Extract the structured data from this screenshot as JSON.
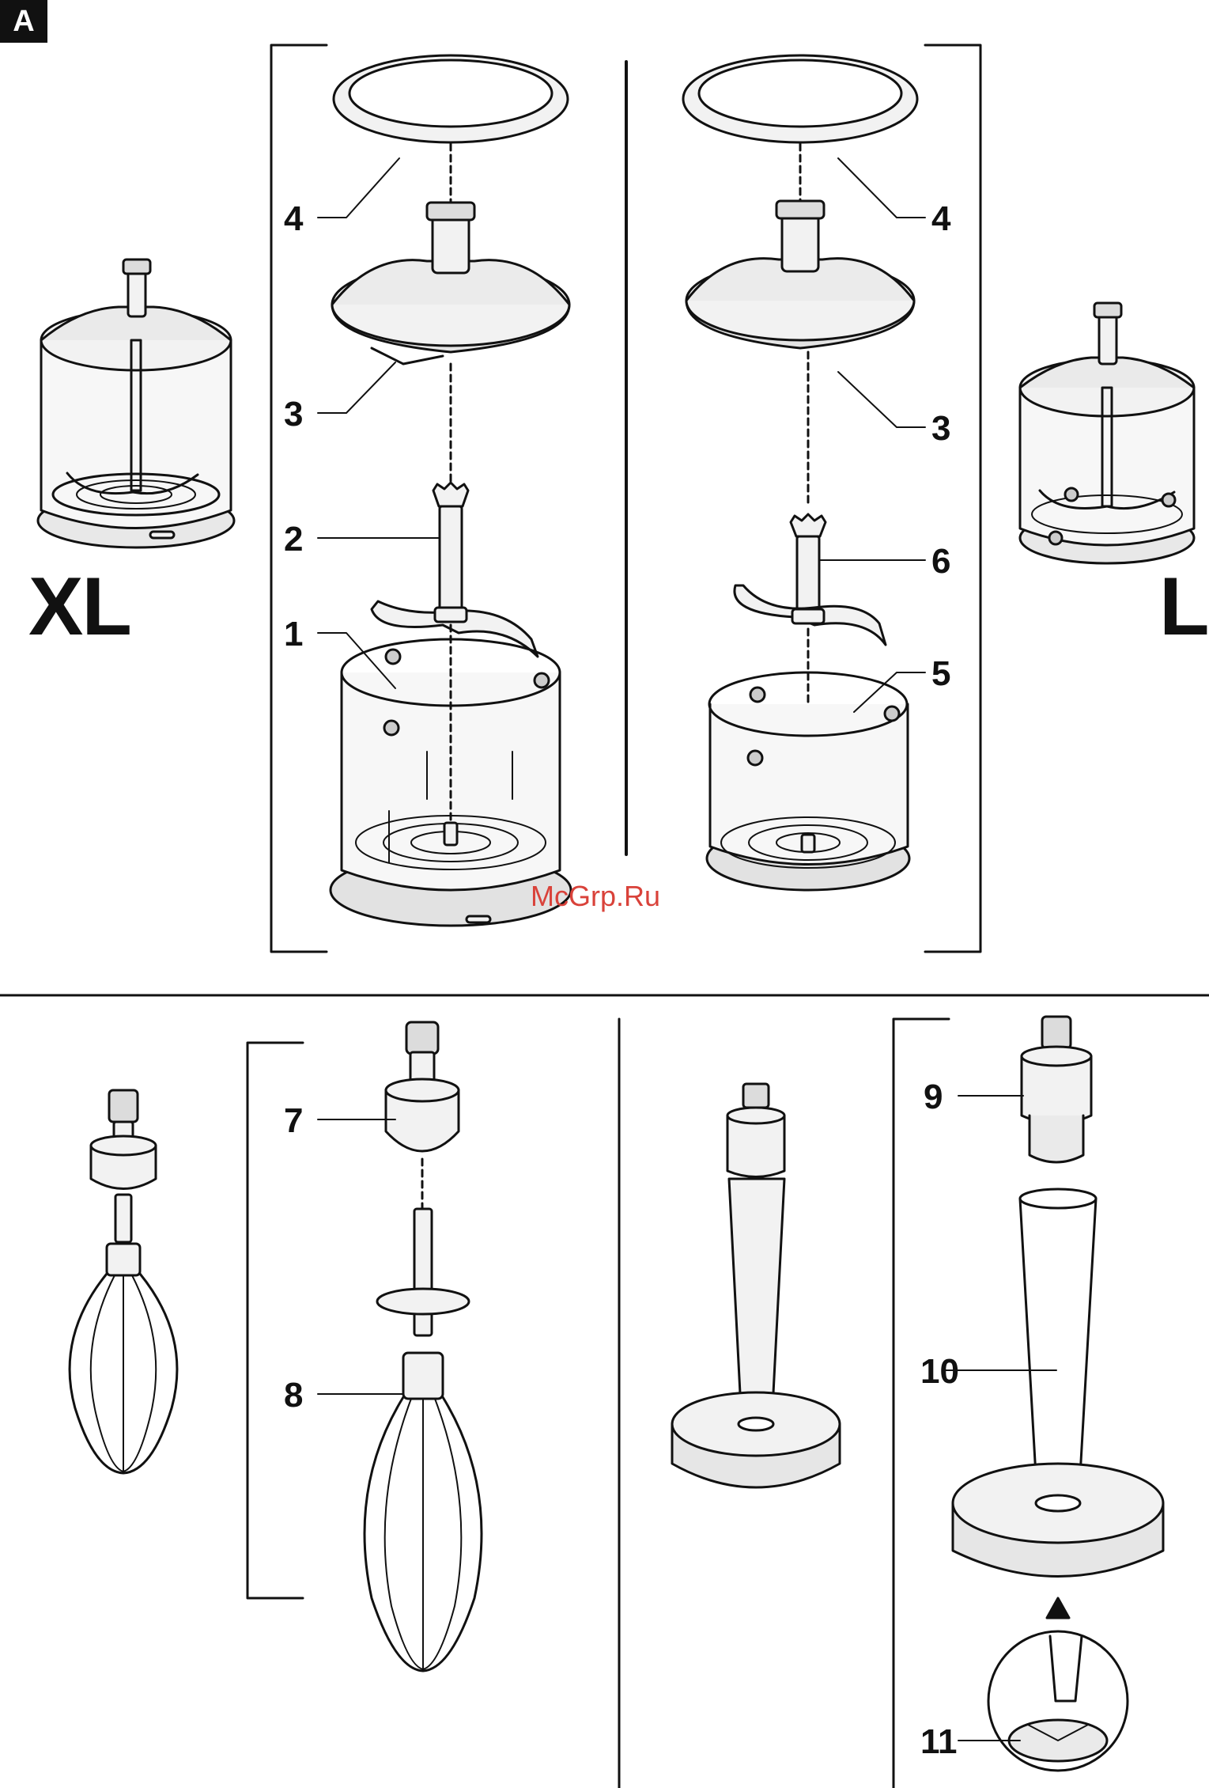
{
  "figure_label": "A",
  "size_xl": "XL",
  "size_l": "L",
  "watermark": "McGrp.Ru",
  "callouts": {
    "c1": "1",
    "c2": "2",
    "c3_left": "3",
    "c4_left": "4",
    "c3_right": "3",
    "c4_right": "4",
    "c5": "5",
    "c6": "6",
    "c7": "7",
    "c8": "8",
    "c9": "9",
    "c10": "10",
    "c11": "11"
  },
  "colors": {
    "line": "#111111",
    "part_fill": "#f2f2f2",
    "shadow": "#d6d6d6",
    "watermark": "#d9423a"
  }
}
